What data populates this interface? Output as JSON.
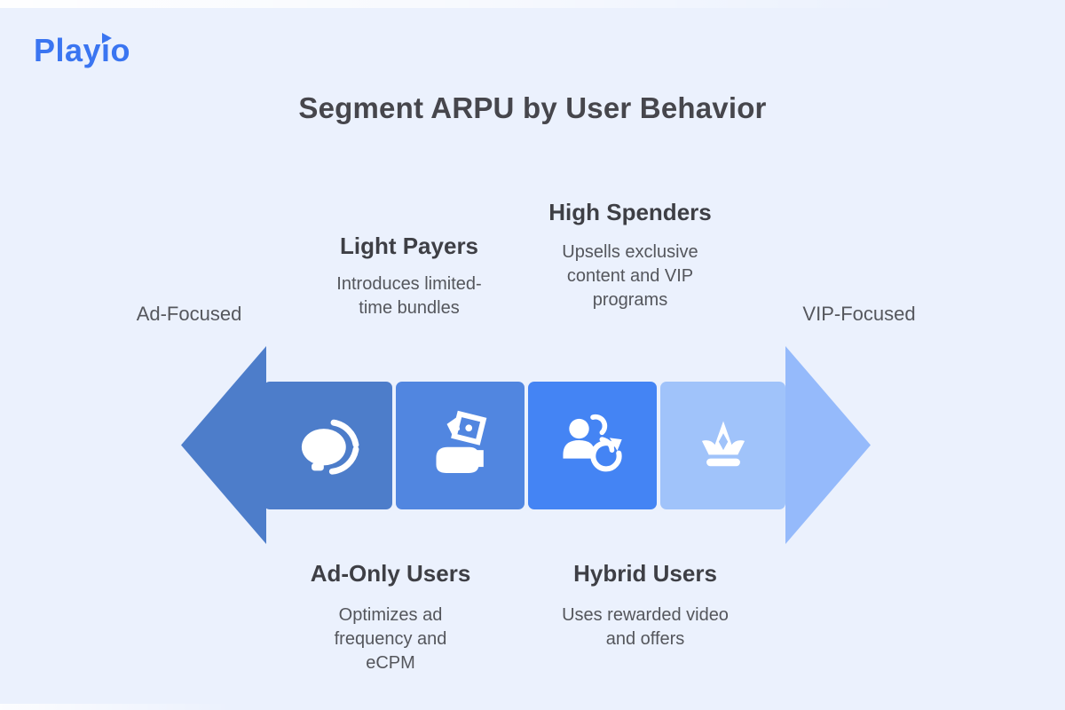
{
  "brand": {
    "logo_text": "Playio",
    "logo_color": "#3a75f1"
  },
  "title": "Segment ARPU by User Behavior",
  "flow": {
    "left_label": "Ad-Focused",
    "right_label": "VIP-Focused",
    "left_arrow_color": "#4d7dca",
    "right_arrow_color": "#95bafb"
  },
  "segments": [
    {
      "heading": "Ad-Only Users",
      "description": "Optimizes ad frequency and eCPM",
      "icon": "piggy-bank-icon",
      "color": "#4d7dca",
      "label_position": "below"
    },
    {
      "heading": "Light Payers",
      "description": "Introduces limited-time bundles",
      "icon": "hand-cash-icon",
      "color": "#5186e0",
      "label_position": "above"
    },
    {
      "heading": "Hybrid Users",
      "description": "Uses rewarded video and offers",
      "icon": "users-refresh-icon",
      "color": "#4484f4",
      "label_position": "below"
    },
    {
      "heading": "High Spenders",
      "description": "Upsells exclusive content and VIP programs",
      "icon": "crown-icon",
      "color": "#a0c3fa",
      "label_position": "above"
    }
  ],
  "colors": {
    "background": "#ebf1fd",
    "title_text": "#46464c",
    "heading_text": "#3e3f45",
    "body_text": "#54565c"
  }
}
